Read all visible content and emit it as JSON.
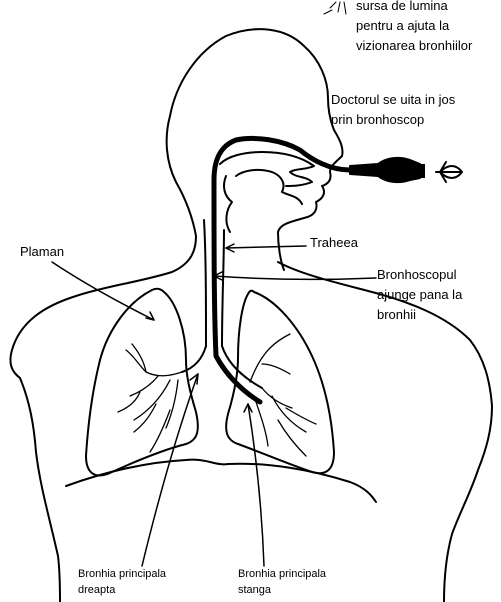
{
  "labels": {
    "light_source": [
      "sursa de lumina",
      "pentru a ajuta la",
      "vizionarea bronhiilor"
    ],
    "doctor": [
      "Doctorul se uita in jos",
      "prin bronhoscop"
    ],
    "trachea": "Traheea",
    "bronchoscope": [
      "Bronhoscopul",
      "ajunge pana la",
      "bronhii"
    ],
    "lung": "Plaman",
    "right_bronchus": [
      "Bronhia principala",
      "dreapta"
    ],
    "left_bronchus": [
      "Bronhia principala",
      "stanga"
    ]
  },
  "colors": {
    "line": "#000000",
    "background": "#ffffff"
  },
  "icons": {
    "light": "light-rays-icon",
    "eye": "eye-icon",
    "eyepiece": "bronchoscope-eyepiece-icon"
  }
}
